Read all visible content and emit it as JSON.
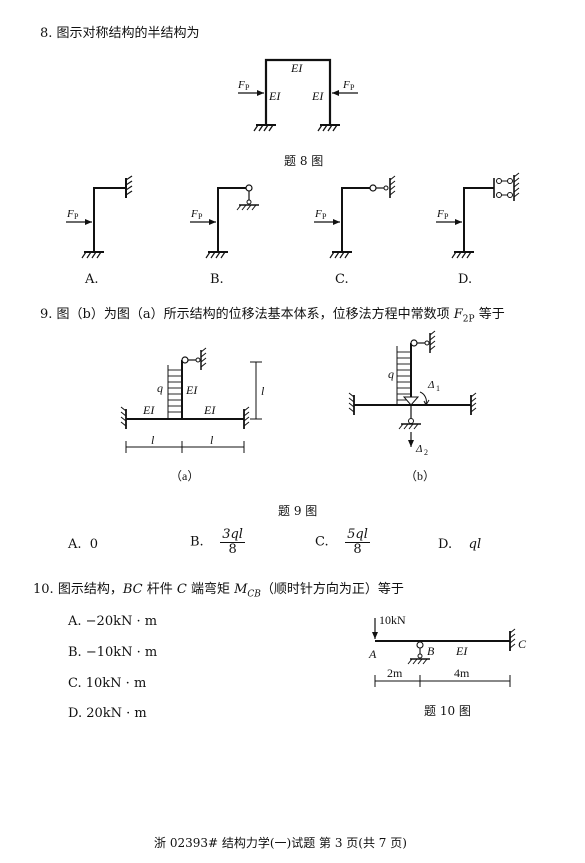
{
  "q8": {
    "number": "8.",
    "text": "图示对称结构的半结构为",
    "figure": {
      "ei_top": "EI",
      "ei_left": "EI",
      "ei_right": "EI",
      "load": "F",
      "load_sub": "P"
    },
    "caption": "题 8 图",
    "options": {
      "A": "A.",
      "B": "B.",
      "C": "C.",
      "D": "D."
    }
  },
  "q9": {
    "number": "9.",
    "text_part1": "图（b）为图（a）所示结构的位移法基本体系，位移法方程中常数项 ",
    "term": "F",
    "term_sub": "2P",
    "text_part2": " 等于",
    "fig_a": {
      "q": "q",
      "ei_vertical": "EI",
      "ei_left": "EI",
      "ei_right": "EI",
      "l_vertical": "l",
      "l_left": "l",
      "l_right": "l",
      "caption": "（a）"
    },
    "fig_b": {
      "q": "q",
      "delta1": "Δ",
      "delta1_sub": "1",
      "delta2": "Δ",
      "delta2_sub": "2",
      "caption": "（b）"
    },
    "caption": "题 9 图",
    "options": {
      "A_label": "A.",
      "A_value": "0",
      "B_label": "B.",
      "B_num": "3ql",
      "B_den": "8",
      "C_label": "C.",
      "C_num": "5ql",
      "C_den": "8",
      "D_label": "D.",
      "D_value": "ql"
    }
  },
  "q10": {
    "number": "10.",
    "text_part1": "图示结构，",
    "bc": "BC",
    "text_part2": " 杆件 ",
    "c": "C",
    "text_part3": " 端弯矩 ",
    "m": "M",
    "m_sub": "CB",
    "text_part4": "（顺时针方向为正）等于",
    "options": {
      "A": "A.  −20kN · m",
      "B": "B.  −10kN · m",
      "C": "C.  10kN · m",
      "D": "D.  20kN · m"
    },
    "figure": {
      "load": "10kN",
      "a": "A",
      "b": "B",
      "c": "C",
      "ei": "EI",
      "dim1": "2m",
      "dim2": "4m"
    },
    "caption": "题 10 图"
  },
  "footer": "浙 02393# 结构力学(一)试题 第 3 页(共 7 页)"
}
